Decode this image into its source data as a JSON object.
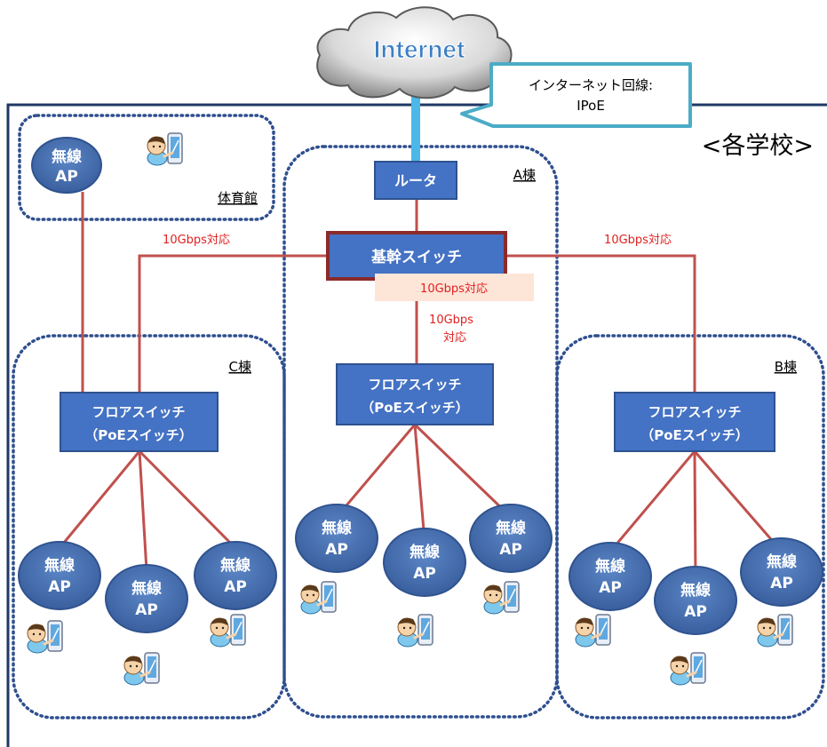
{
  "internet_label": "Internet",
  "callout": {
    "line1": "インターネット回線:",
    "line2": "IPoE"
  },
  "school_label": "<各学校>",
  "router_label": "ルータ",
  "core_switch_label": "基幹スイッチ",
  "buildings": {
    "a": "A棟",
    "b": "B棟",
    "c": "C棟",
    "gym": "体育館"
  },
  "floor_switch": {
    "line1": "フロアスイッチ",
    "line2": "（PoEスイッチ）"
  },
  "ap": {
    "line1": "無線",
    "line2": "AP"
  },
  "speeds": {
    "left": "10Gbps対応",
    "right": "10Gbps対応",
    "center_highlight": "10Gbps対応",
    "center_line1": "10Gbps",
    "center_line2": "対応"
  },
  "colors": {
    "box_fill": "#4472c4",
    "box_stroke": "#2f528f",
    "core_stroke": "#8b2a2a",
    "link_line": "#c0504d",
    "internet_link": "#4bb8e8",
    "callout_border": "#4bacc6",
    "frame": "#1f3864",
    "dotted_border": "#2f4f8f",
    "speed_text": "#e02020",
    "highlight_bg": "#fde5d8"
  }
}
